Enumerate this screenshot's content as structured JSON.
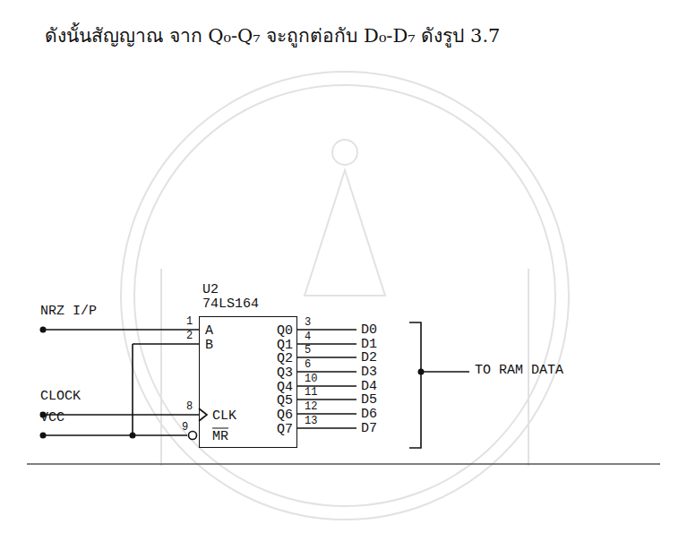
{
  "diagram": {
    "title": "ดังนั้นสัญญาณ จาก Q₀-Q₇ จะถูกต่อกับ D₀-D₇ ดังรูป 3.7",
    "nodes": [
      {
        "text": [
          "U2",
          "74LS164",
          "A",
          "B",
          "CLK",
          "MR",
          "Q0",
          "Q1",
          "Q2",
          "Q3",
          "Q4",
          "Q5",
          "Q6",
          "Q7"
        ]
      }
    ],
    "edges": [],
    "labels": [
      "NRZ I/P",
      "CLOCK",
      "VCC",
      "1",
      "2",
      "8",
      "9",
      "3",
      "4",
      "5",
      "6",
      "10",
      "11",
      "12",
      "13",
      "D0",
      "D1",
      "D2",
      "D3",
      "D4",
      "D5",
      "D6",
      "D7",
      "TO RAM DATA"
    ]
  }
}
